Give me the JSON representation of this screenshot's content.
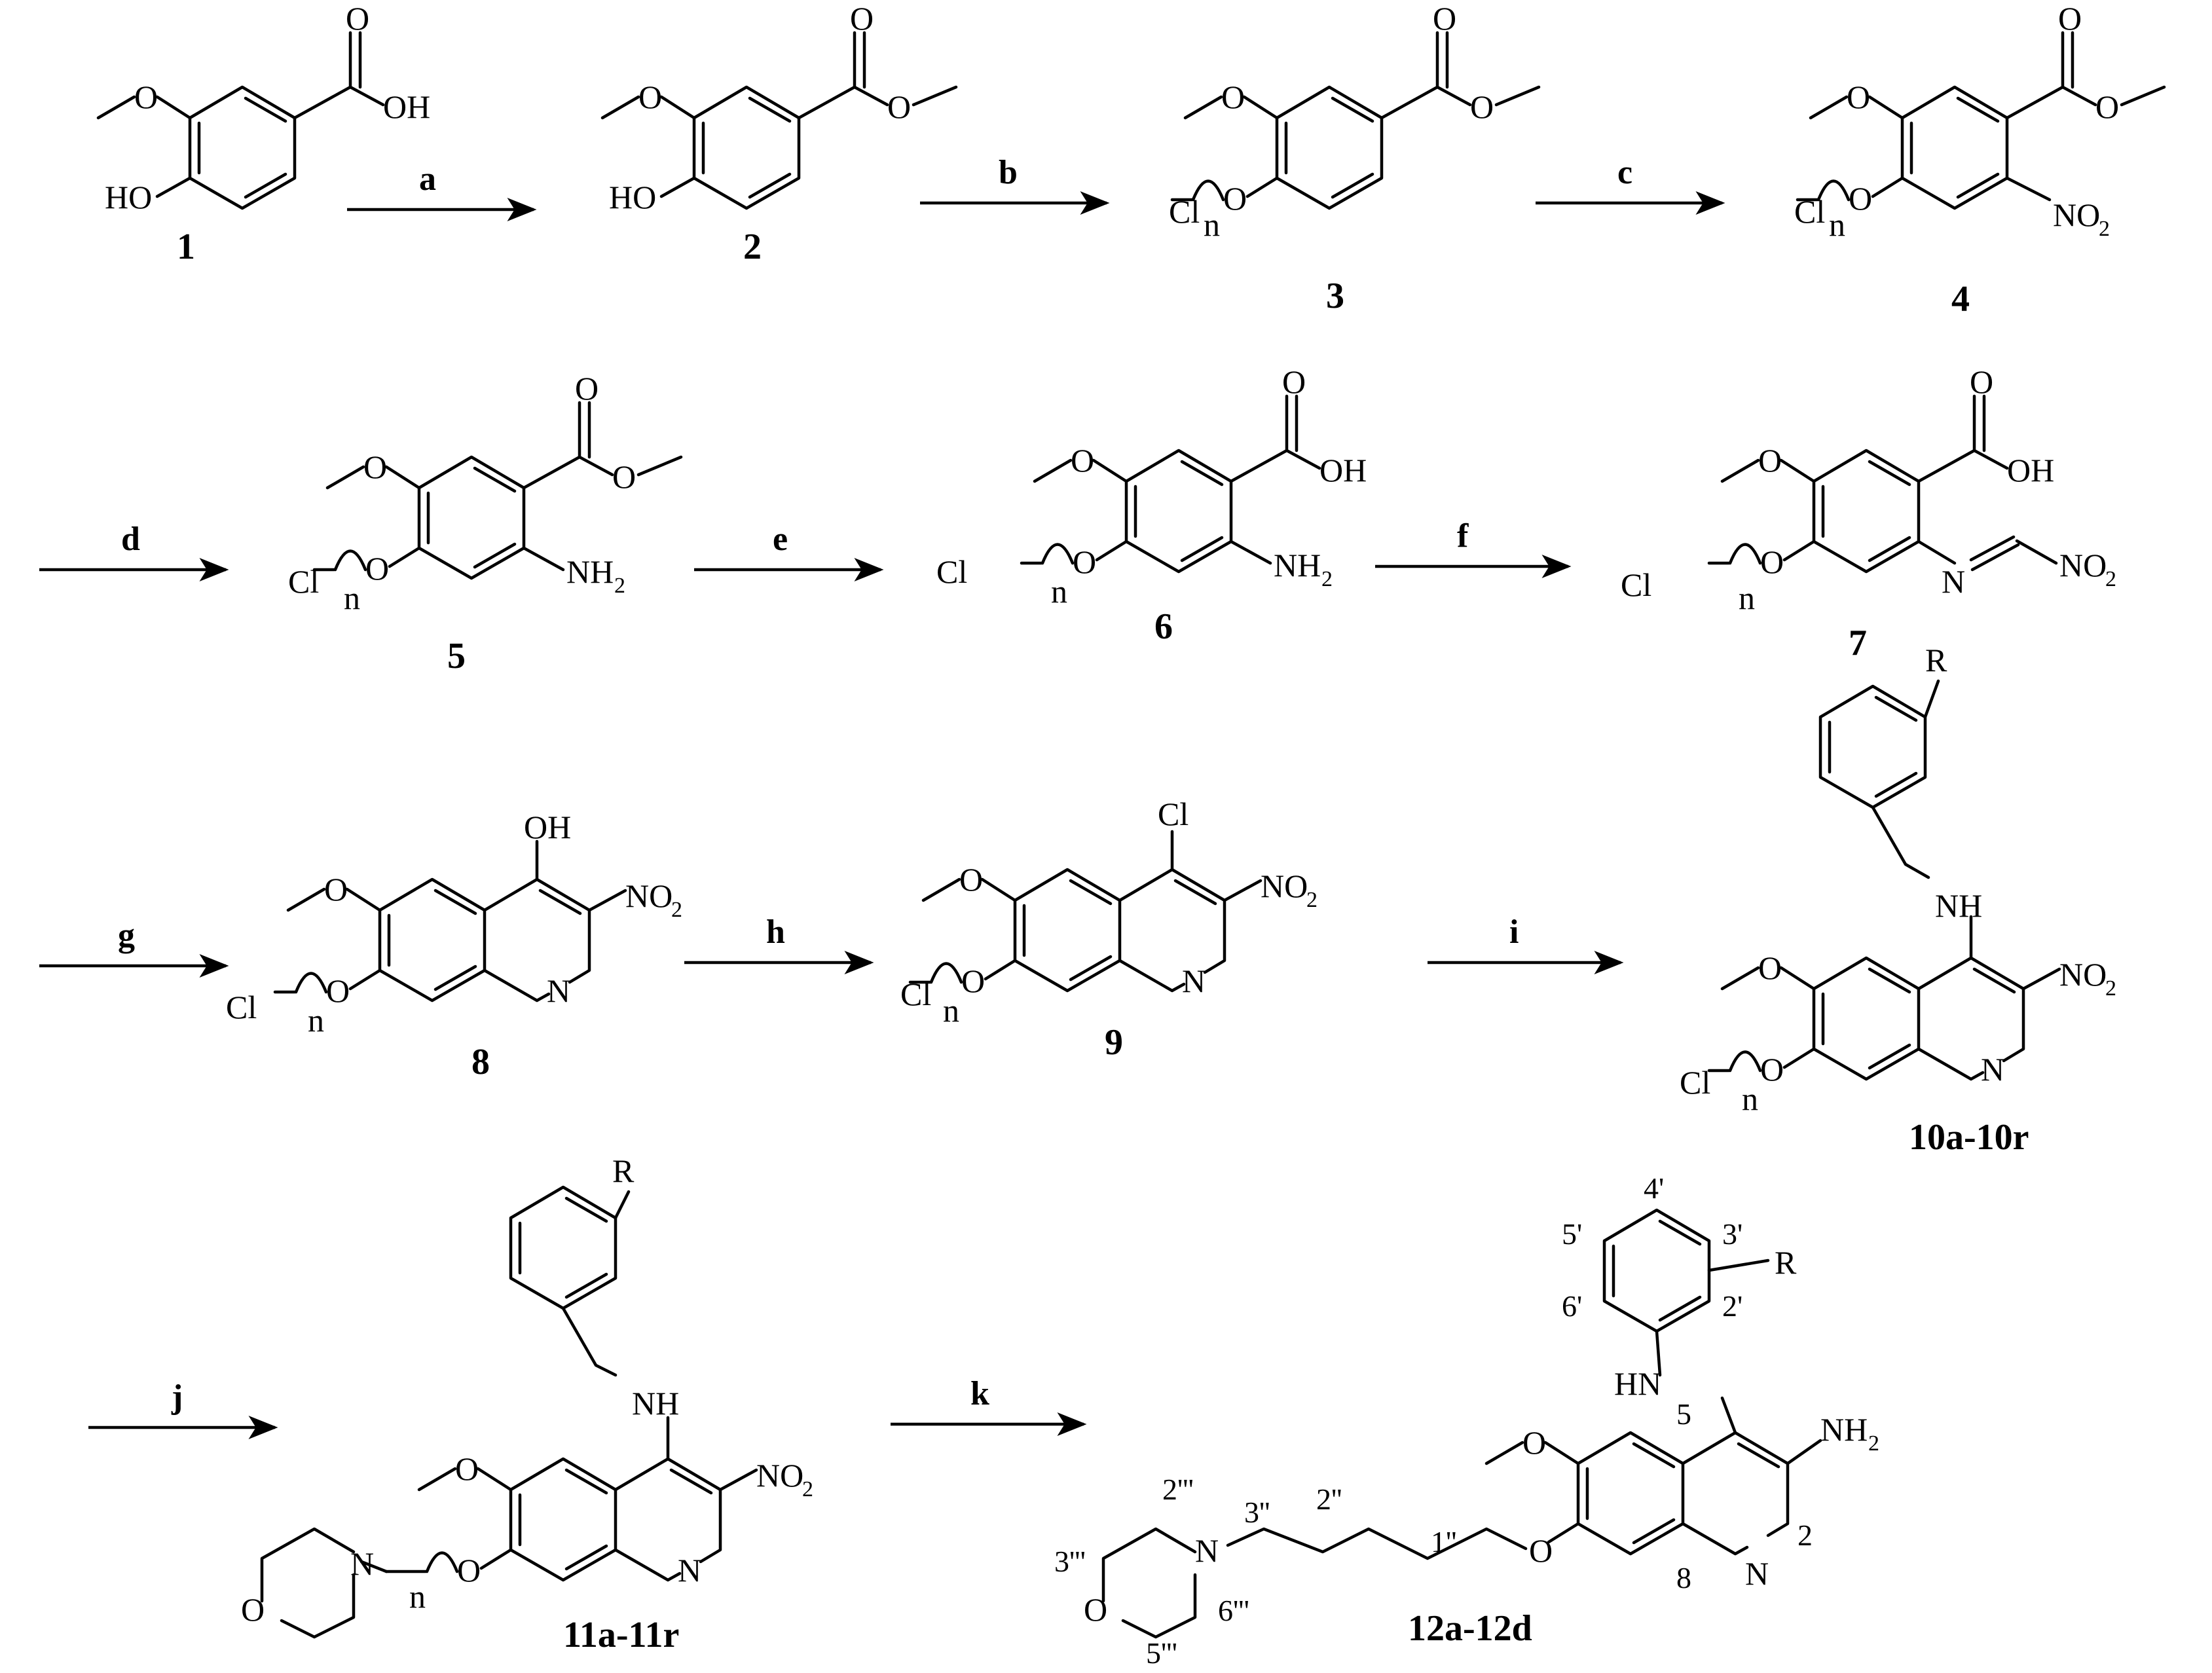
{
  "compounds": [
    {
      "id": "c1",
      "label": "1"
    },
    {
      "id": "c2",
      "label": "2"
    },
    {
      "id": "c3",
      "label": "3"
    },
    {
      "id": "c4",
      "label": "4"
    },
    {
      "id": "c5",
      "label": "5"
    },
    {
      "id": "c6",
      "label": "6"
    },
    {
      "id": "c7",
      "label": "7"
    },
    {
      "id": "c8",
      "label": "8"
    },
    {
      "id": "c9",
      "label": "9"
    },
    {
      "id": "c10",
      "label": "10a-10r"
    },
    {
      "id": "c11",
      "label": "11a-11r"
    },
    {
      "id": "c12",
      "label": "12a-12d"
    }
  ],
  "reagents": [
    "a",
    "b",
    "c",
    "d",
    "e",
    "f",
    "g",
    "h",
    "i",
    "j",
    "k"
  ],
  "atoms": {
    "OH": "OH",
    "HO": "HO",
    "Cl": "Cl",
    "n": "n",
    "O": "O",
    "N": "N",
    "NO": "NO",
    "NH": "NH",
    "HN": "HN",
    "sub2": "2",
    "R": "R"
  },
  "numbering": [
    "4'",
    "5'",
    "3'",
    "6'",
    "2'",
    "5",
    "2",
    "8",
    "2'''",
    "3''",
    "2''",
    "1''",
    "3'''",
    "6'''",
    "5'''"
  ]
}
